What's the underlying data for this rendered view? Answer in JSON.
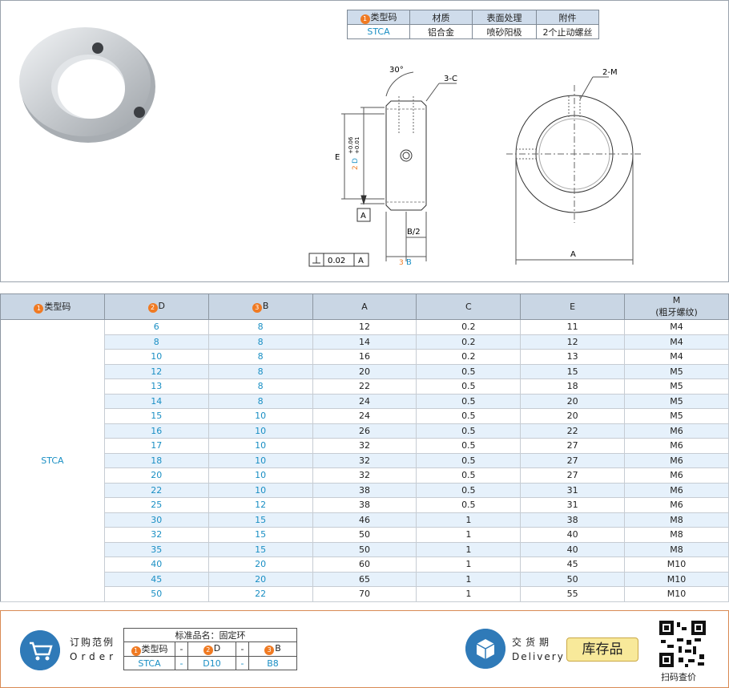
{
  "spec_table": {
    "headers": [
      "类型码",
      "材质",
      "表面处理",
      "附件"
    ],
    "header_num": "1",
    "row": [
      "STCA",
      "铝合金",
      "喷砂阳极",
      "2个止动螺丝"
    ]
  },
  "drawing": {
    "angle": "30°",
    "chamfer": "3-C",
    "thread": "2-M",
    "dim_e": "E",
    "dim_d": "D",
    "tol_upper": "+0.06",
    "tol_lower": "+0.01",
    "datum": "A",
    "half_b": "B/2",
    "dim_b": "B",
    "dim_a": "A",
    "perp_value": "0.02",
    "perp_datum": "A",
    "num_d": "2",
    "num_b": "3"
  },
  "main_table": {
    "headers": [
      "类型码",
      "D",
      "B",
      "A",
      "C",
      "E",
      "M",
      "(粗牙螺纹)"
    ],
    "header_nums": [
      "1",
      "2",
      "3"
    ],
    "type_code": "STCA",
    "rows": [
      [
        "6",
        "8",
        "12",
        "0.2",
        "11",
        "M4"
      ],
      [
        "8",
        "8",
        "14",
        "0.2",
        "12",
        "M4"
      ],
      [
        "10",
        "8",
        "16",
        "0.2",
        "13",
        "M4"
      ],
      [
        "12",
        "8",
        "20",
        "0.5",
        "15",
        "M5"
      ],
      [
        "13",
        "8",
        "22",
        "0.5",
        "18",
        "M5"
      ],
      [
        "14",
        "8",
        "24",
        "0.5",
        "20",
        "M5"
      ],
      [
        "15",
        "10",
        "24",
        "0.5",
        "20",
        "M5"
      ],
      [
        "16",
        "10",
        "26",
        "0.5",
        "22",
        "M6"
      ],
      [
        "17",
        "10",
        "32",
        "0.5",
        "27",
        "M6"
      ],
      [
        "18",
        "10",
        "32",
        "0.5",
        "27",
        "M6"
      ],
      [
        "20",
        "10",
        "32",
        "0.5",
        "27",
        "M6"
      ],
      [
        "22",
        "10",
        "38",
        "0.5",
        "31",
        "M6"
      ],
      [
        "25",
        "12",
        "38",
        "0.5",
        "31",
        "M6"
      ],
      [
        "30",
        "15",
        "46",
        "1",
        "38",
        "M8"
      ],
      [
        "32",
        "15",
        "50",
        "1",
        "40",
        "M8"
      ],
      [
        "35",
        "15",
        "50",
        "1",
        "40",
        "M8"
      ],
      [
        "40",
        "20",
        "60",
        "1",
        "45",
        "M10"
      ],
      [
        "45",
        "20",
        "65",
        "1",
        "50",
        "M10"
      ],
      [
        "50",
        "22",
        "70",
        "1",
        "55",
        "M10"
      ]
    ]
  },
  "order": {
    "label_cn": "订购范例",
    "label_en": "Order",
    "title": "标准品名：固定环",
    "headers": [
      "类型码",
      "-",
      "D",
      "-",
      "B"
    ],
    "header_nums": [
      "1",
      "2",
      "3"
    ],
    "values": [
      "STCA",
      "-",
      "D10",
      "-",
      "B8"
    ]
  },
  "delivery": {
    "label_cn": "交货期",
    "label_en": "Delivery",
    "badge": "库存品",
    "qr_label": "扫码查价"
  },
  "colors": {
    "accent": "#f07a22",
    "teal": "#1a8fc4",
    "header_bg": "#c9d6e4",
    "stripe": "#e6f1fb",
    "icon_blue": "#2f7ab8"
  }
}
